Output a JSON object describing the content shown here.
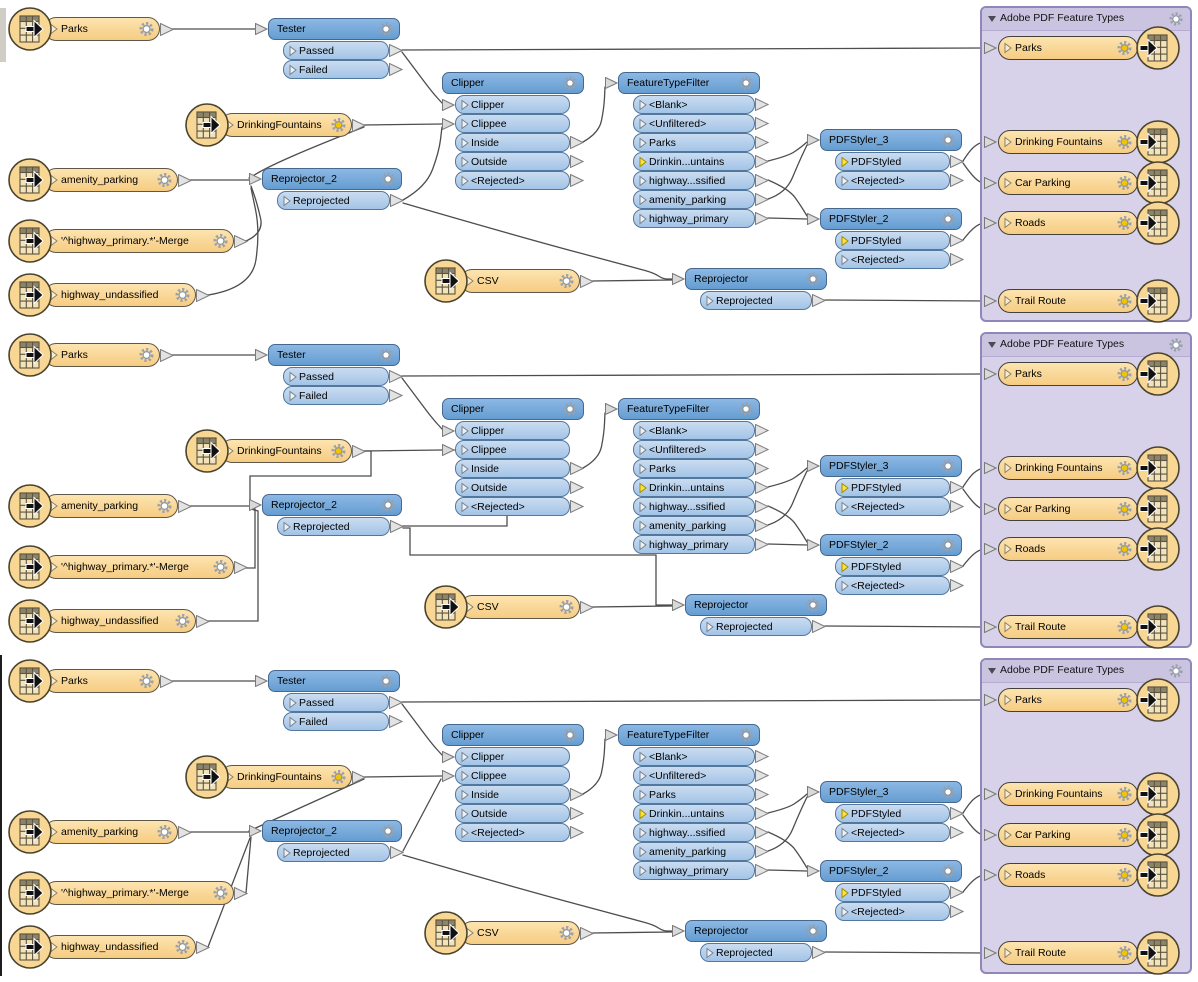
{
  "colors": {
    "reader_fill": "#f8d795",
    "node_orange_top": "#fde4b0",
    "node_orange_bottom": "#f6cc82",
    "transformer_header": "#74a9d8",
    "transformer_port": "#b5d0ec",
    "writer_panel_fill": "#d7d1e9",
    "writer_panel_border": "#8f86ba",
    "wire": "#4d4d4d",
    "yellow_gear_center": "#f4c400"
  },
  "workflow": {
    "sources": [
      {
        "id": "parks",
        "label": "Parks"
      },
      {
        "id": "drinking-fountains",
        "label": "DrinkingFountains"
      },
      {
        "id": "amenity-parking",
        "label": "amenity_parking"
      },
      {
        "id": "highway-primary-merge",
        "label": "'^highway_primary.*'-Merge"
      },
      {
        "id": "highway-undassified",
        "label": "highway_undassified"
      },
      {
        "id": "csv",
        "label": "CSV"
      }
    ],
    "transformers": [
      {
        "id": "tester",
        "name": "Tester",
        "outputs": [
          "Passed",
          "Failed"
        ]
      },
      {
        "id": "reprojector-2",
        "name": "Reprojector_2",
        "outputs": [
          "Reprojected"
        ]
      },
      {
        "id": "clipper",
        "name": "Clipper",
        "inputs": [
          "Clipper",
          "Clippee"
        ],
        "outputs": [
          "Inside",
          "Outside",
          "<Rejected>"
        ]
      },
      {
        "id": "feature-type-filter",
        "name": "FeatureTypeFilter",
        "outputs": [
          "<Blank>",
          "<Unfiltered>",
          "Parks",
          "Drinkin...untains",
          "highway...ssified",
          "amenity_parking",
          "highway_primary"
        ]
      },
      {
        "id": "pdfstyler-3",
        "name": "PDFStyler_3",
        "outputs": [
          "PDFStyled",
          "<Rejected>"
        ]
      },
      {
        "id": "pdfstyler-2",
        "name": "PDFStyler_2",
        "outputs": [
          "PDFStyled",
          "<Rejected>"
        ]
      },
      {
        "id": "reprojector",
        "name": "Reprojector",
        "outputs": [
          "Reprojected"
        ]
      }
    ],
    "writer_group": {
      "title": "Adobe PDF Feature Types",
      "feature_types": [
        "Parks",
        "Drinking Fountains",
        "Car Parking",
        "Roads",
        "Trail Route"
      ]
    }
  }
}
